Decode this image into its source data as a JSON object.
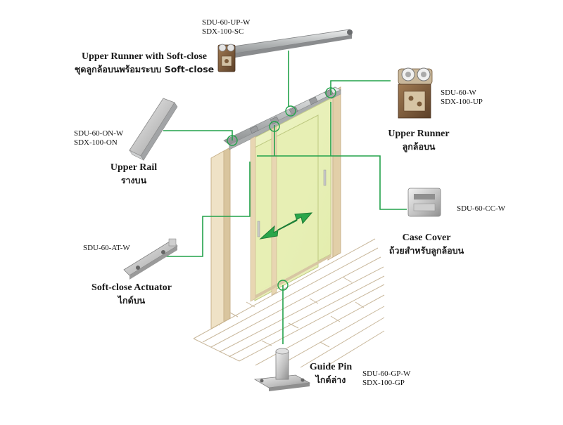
{
  "diagram": {
    "components": [
      {
        "id": "upper-runner-soft-close",
        "name_en": "Upper Runner with Soft-close",
        "name_th": "ชุดลูกล้อบนพร้อมระบบ Soft-close",
        "codes": [
          "SDU-60-UP-W",
          "SDX-100-SC"
        ]
      },
      {
        "id": "upper-runner",
        "name_en": "Upper Runner",
        "name_th": "ลูกล้อบน",
        "codes": [
          "SDU-60-W",
          "SDX-100-UP"
        ]
      },
      {
        "id": "upper-rail",
        "name_en": "Upper Rail",
        "name_th": "รางบน",
        "codes": [
          "SDU-60-ON-W",
          "SDX-100-ON"
        ]
      },
      {
        "id": "case-cover",
        "name_en": "Case Cover",
        "name_th": "ถ้วยสำหรับลูกล้อบน",
        "codes": [
          "SDU-60-CC-W"
        ]
      },
      {
        "id": "soft-close-actuator",
        "name_en": "Soft-close Actuator",
        "name_th": "ไกด์บน",
        "codes": [
          "SDU-60-AT-W"
        ]
      },
      {
        "id": "guide-pin",
        "name_en": "Guide Pin",
        "name_th": "ไกด์ล่าง",
        "codes": [
          "SDU-60-GP-W",
          "SDX-100-GP"
        ]
      }
    ],
    "colors": {
      "leader_line": "#22a24a",
      "glass": "#e9f1b9",
      "frame_wood": "#e6d5b4",
      "floor_line": "#c9b89c",
      "rail": "#b7b9bb",
      "arrow": "#2aa64a"
    }
  }
}
